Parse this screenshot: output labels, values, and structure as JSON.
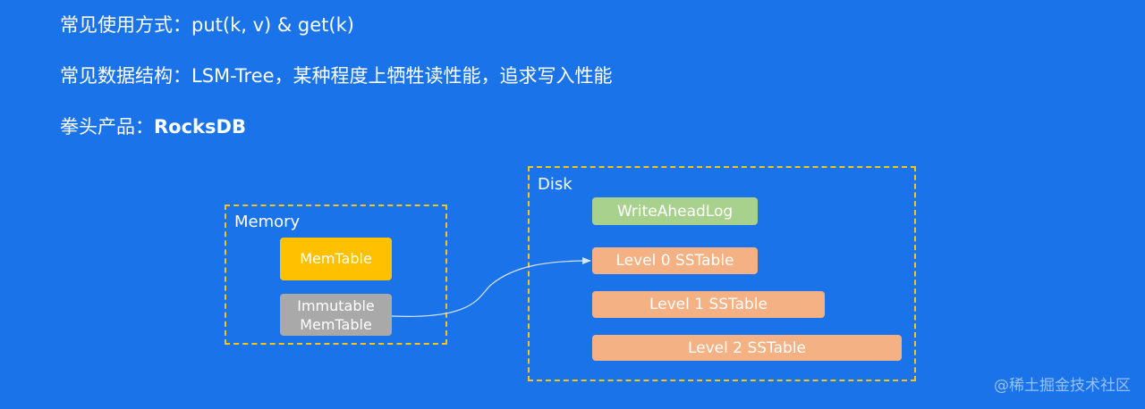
{
  "text_lines": {
    "line1": "常见使用方式：put(k, v) & get(k)",
    "line2": "常见数据结构：LSM-Tree，某种程度上牺牲读性能，追求写入性能",
    "line3_prefix": "拳头产品：",
    "line3_bold": "RocksDB"
  },
  "diagram": {
    "memory": {
      "label": "Memory",
      "memtable": "MemTable",
      "immutable_line1": "Immutable",
      "immutable_line2": "MemTable"
    },
    "disk": {
      "label": "Disk",
      "wal": "WriteAheadLog",
      "level0": "Level 0 SSTable",
      "level1": "Level 1 SSTable",
      "level2": "Level 2 SSTable"
    }
  },
  "watermark": "@稀土掘金技术社区",
  "colors": {
    "background": "#1a73e8",
    "dashed_frame": "#f5c518",
    "memtable": "#ffc000",
    "immutable": "#a9a9a9",
    "wal": "#a9d18e",
    "sstable": "#f4b183"
  }
}
